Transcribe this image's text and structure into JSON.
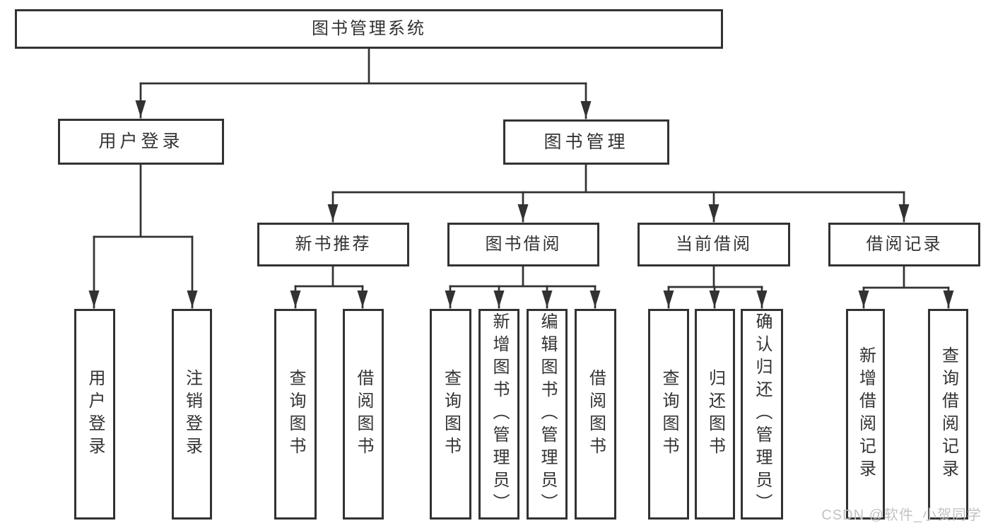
{
  "diagram": {
    "title": "图书管理系统",
    "branches": [
      {
        "label": "用户登录",
        "children": [
          {
            "label": "用户登录"
          },
          {
            "label": "注销登录"
          }
        ]
      },
      {
        "label": "图书管理",
        "children": [
          {
            "label": "新书推荐",
            "children": [
              {
                "label": "查询图书"
              },
              {
                "label": "借阅图书"
              }
            ]
          },
          {
            "label": "图书借阅",
            "children": [
              {
                "label": "查询图书"
              },
              {
                "label": "新增图书（管理员）"
              },
              {
                "label": "编辑图书（管理员）"
              },
              {
                "label": "借阅图书"
              }
            ]
          },
          {
            "label": "当前借阅",
            "children": [
              {
                "label": "查询图书"
              },
              {
                "label": "归还图书"
              },
              {
                "label": "确认归还（管理员）"
              }
            ]
          },
          {
            "label": "借阅记录",
            "children": [
              {
                "label": "新增借阅记录"
              },
              {
                "label": "查询借阅记录"
              }
            ]
          }
        ]
      }
    ]
  },
  "watermark": {
    "text": "CSDN @软件_小贺同学"
  },
  "colors": {
    "line": "#323232",
    "box_border": "#323232",
    "text": "#333333",
    "background": "#ffffff",
    "watermark": "#c3c3c3"
  }
}
